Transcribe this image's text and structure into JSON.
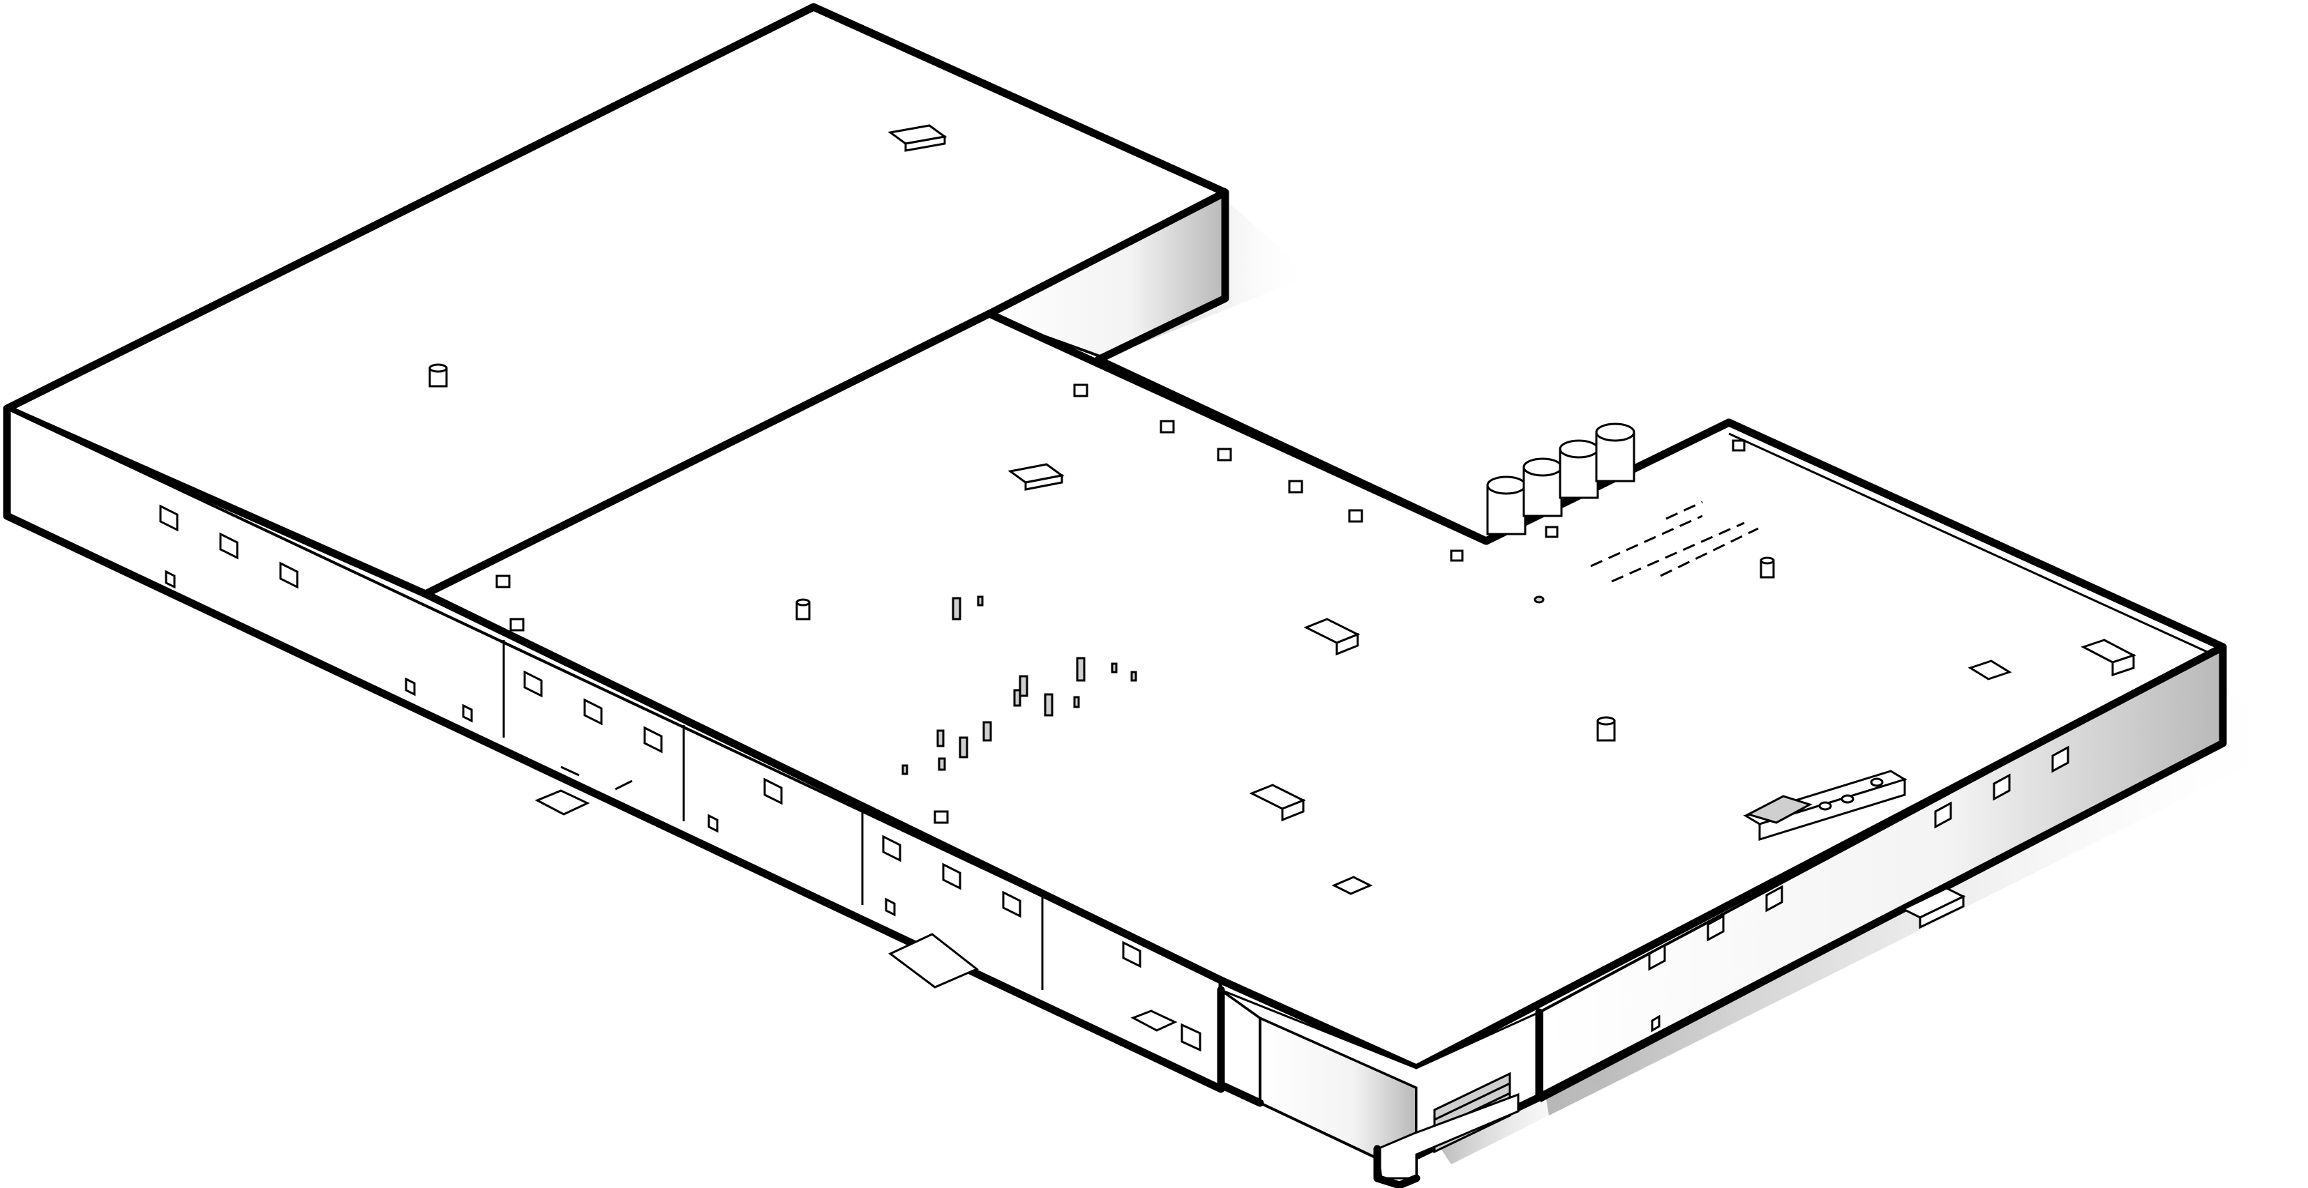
{
  "drawing": {
    "style": "isometric-hidden-line",
    "colors": {
      "line": "#000000",
      "background": "#ffffff",
      "shade": "#9a9a9a"
    }
  },
  "roof_equipment": {
    "rtu_units": 12,
    "exhaust_fans": 5,
    "vent_caps": 11,
    "storage_tanks": 4,
    "pipe_stacks": 14
  },
  "wall_openings": {
    "windows": 24,
    "doors": 11
  }
}
